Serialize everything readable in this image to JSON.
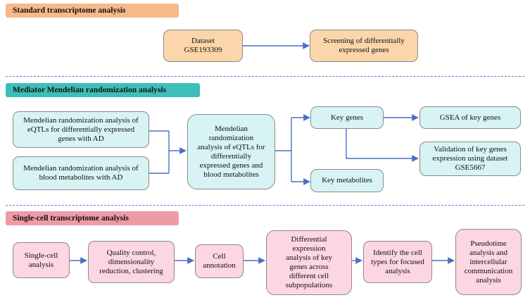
{
  "sections": {
    "standard": "Standard transcriptome analysis",
    "mediator": "Mediator Mendelian randomization analysis",
    "single_cell": "Single-cell transcriptome analysis"
  },
  "standard_boxes": {
    "dataset": "Dataset\nGSE193309",
    "screening": "Screening of differentially\nexpressed genes"
  },
  "mediator_boxes": {
    "mr_eqtl": "Mendelian randomization analysis of\neQTLs for differentially expressed\ngenes with AD",
    "mr_metab": "Mendelian randomization analysis of\nblood metabolites with AD",
    "mr_center": "Mendelian\nrandomization\nanalysis of eQTLs for\ndifferentially\nexpressed genes and\nblood metabolites",
    "key_genes": "Key genes",
    "key_metabolites": "Key metabolites",
    "gsea": "GSEA of key genes",
    "validation": "Validation of key genes\nexpression using dataset\nGSE5667"
  },
  "single_cell_boxes": {
    "sc_analysis": "Single-cell\nanalysis",
    "qc": "Quality control,\ndimensionality\nreduction, clustering",
    "annotation": "Cell\nannotation",
    "diff_expr": "Differential\nexpression\nanalysis of key\ngenes across\ndifferent cell\nsubpopulations",
    "identify": "Identify the cell\ntypes for focused\nanalysis",
    "pseudotime": "Pseudotime\nanalysis and\nintercellular\ncommunication\nanalysis"
  },
  "colors": {
    "standard_header": "#f6b98a",
    "mediator_header": "#3dbfb8",
    "single_cell_header": "#ef9aa7",
    "arrow": "#4a6fc2"
  }
}
